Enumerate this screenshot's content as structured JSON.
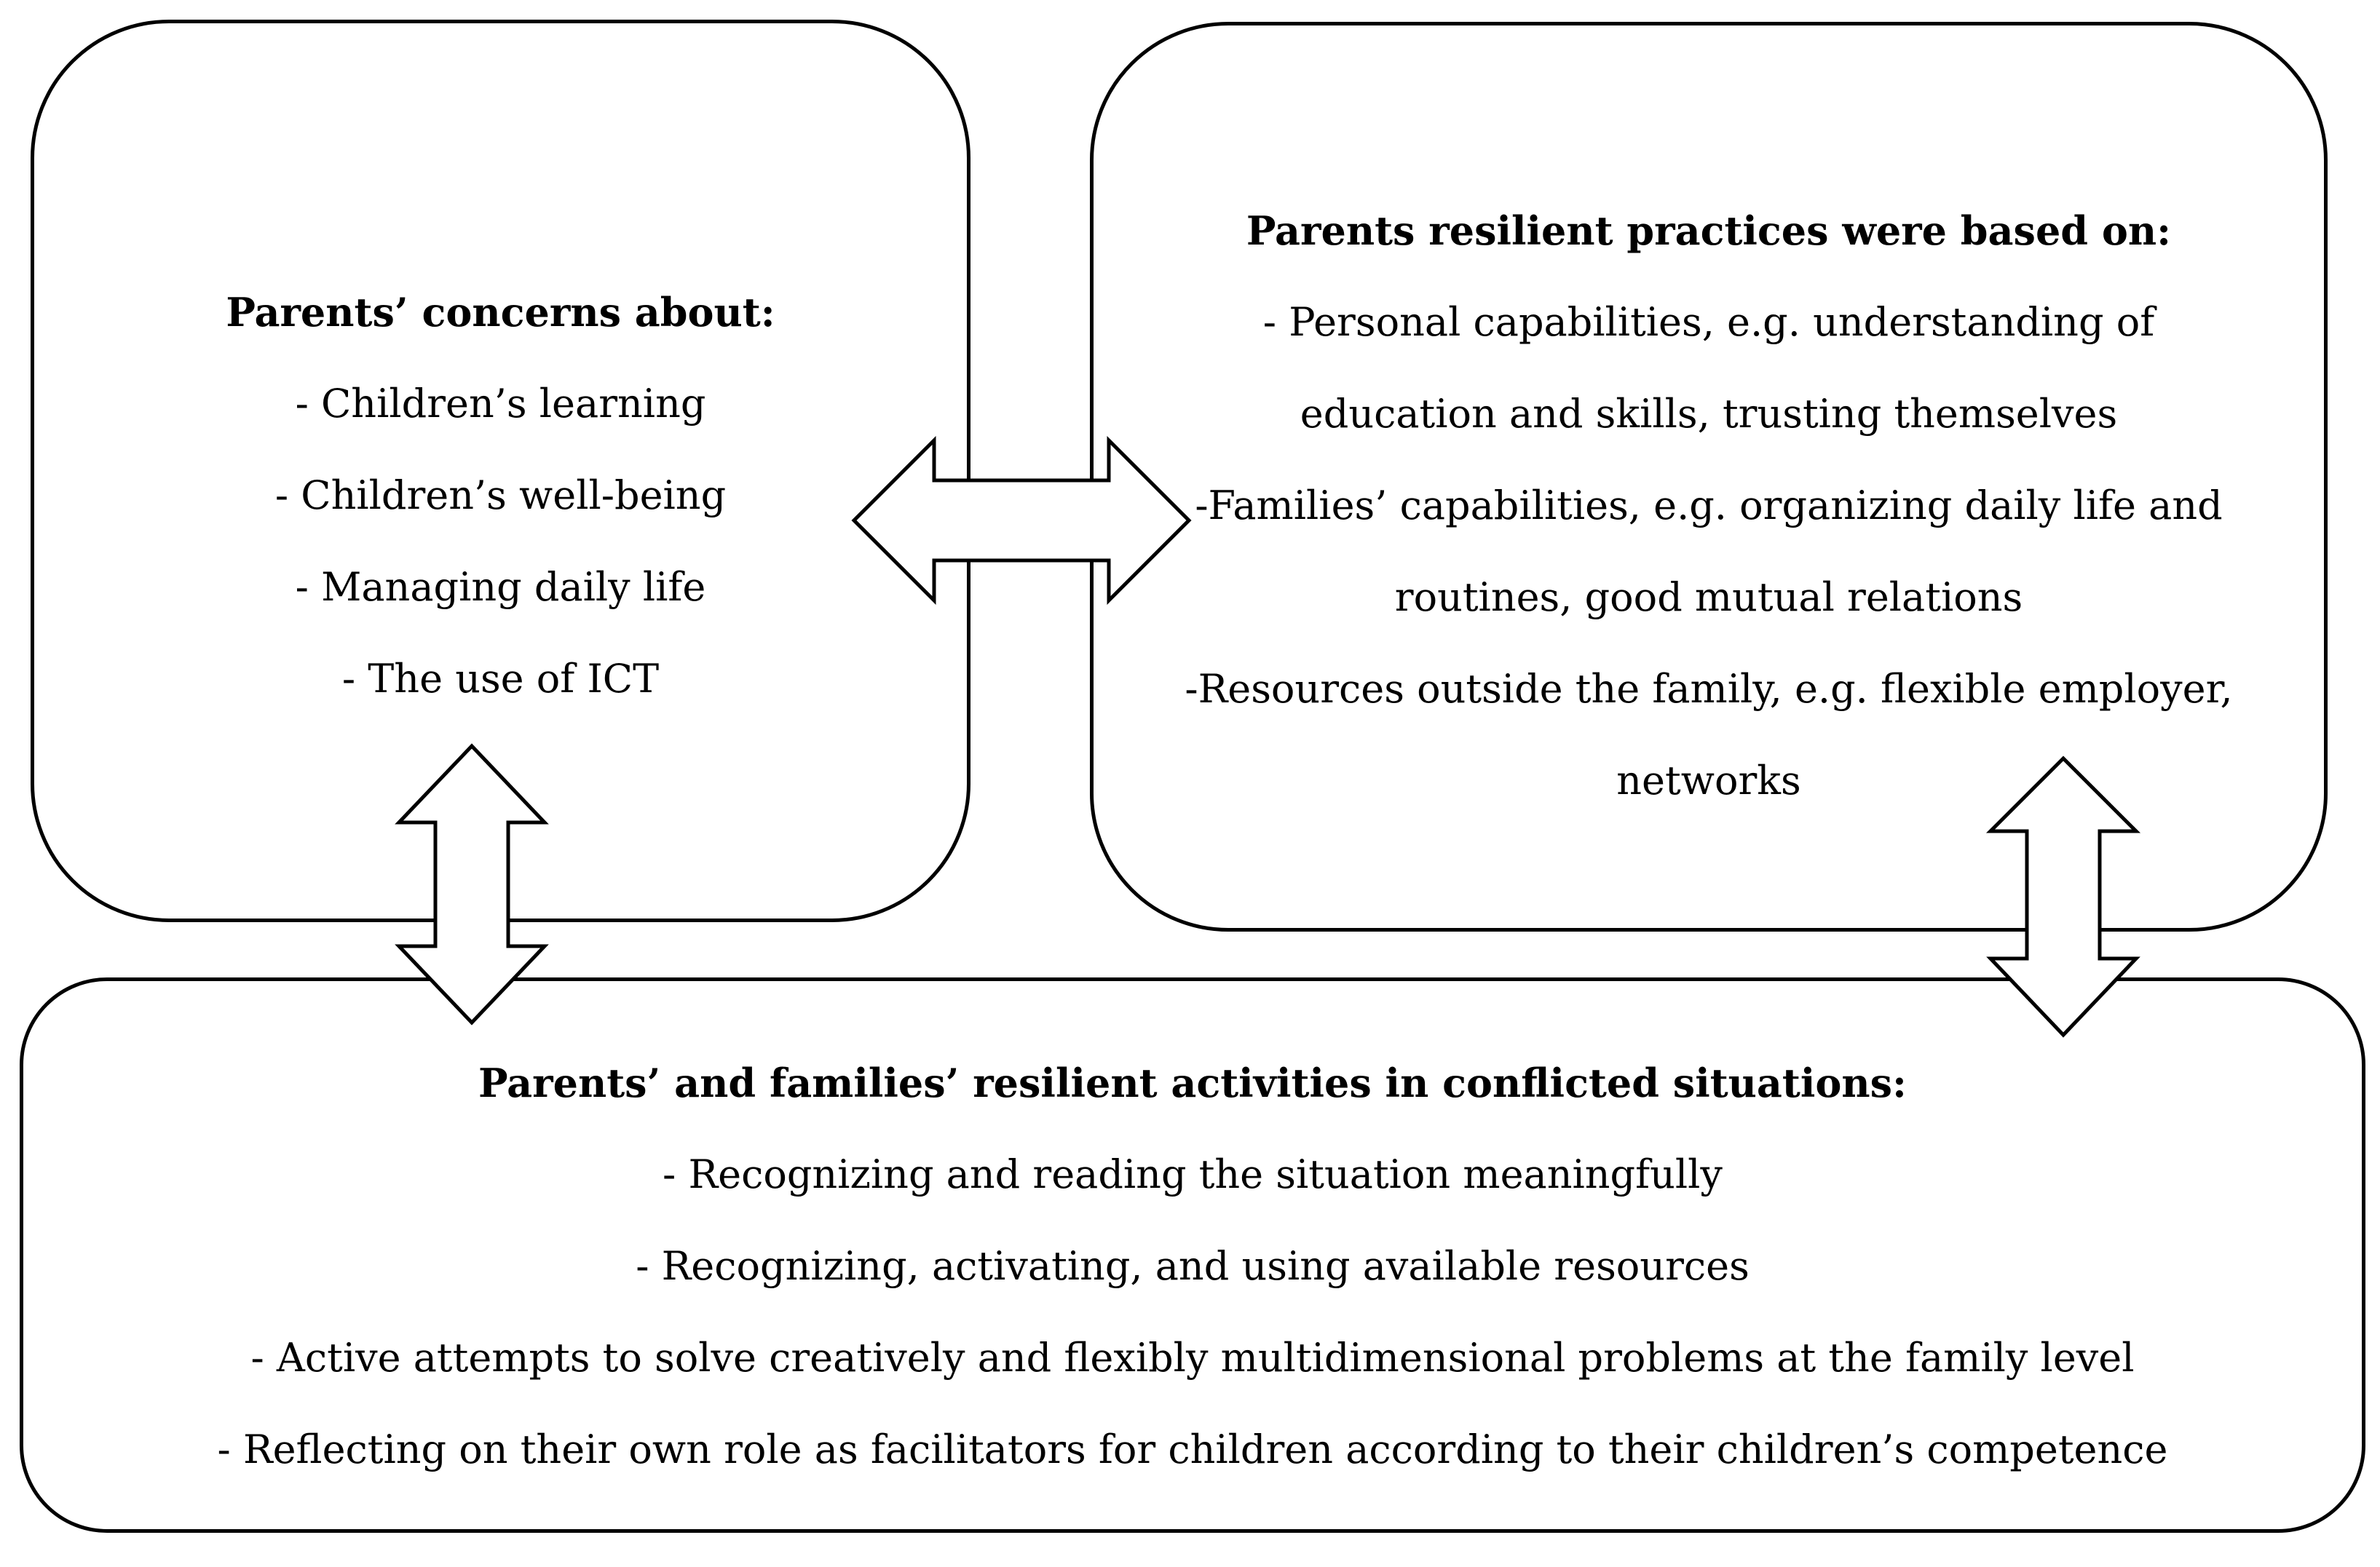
{
  "concerns": {
    "title": "Parents’ concerns about:",
    "items": [
      "- Children’s learning",
      "- Children’s well-being",
      "- Managing daily life",
      "- The use of ICT"
    ]
  },
  "practices": {
    "title": "Parents resilient practices were based on:",
    "items": [
      "- Personal capabilities, e.g. understanding of education and skills, trusting themselves",
      "-Families’ capabilities, e.g. organizing daily life and routines, good mutual relations",
      "-Resources outside the family, e.g. flexible employer, networks"
    ]
  },
  "activities": {
    "title": "Parents’ and families’ resilient activities in conflicted situations:",
    "items": [
      "- Recognizing and reading the situation meaningfully",
      "- Recognizing, activating, and using available resources",
      "- Active attempts to solve creatively and flexibly multidimensional problems at the family level",
      "- Reflecting on their own role as facilitators for children according to their children’s competence"
    ]
  },
  "arrows": [
    "double-arrow-icon",
    "double-arrow-icon",
    "double-arrow-icon"
  ]
}
